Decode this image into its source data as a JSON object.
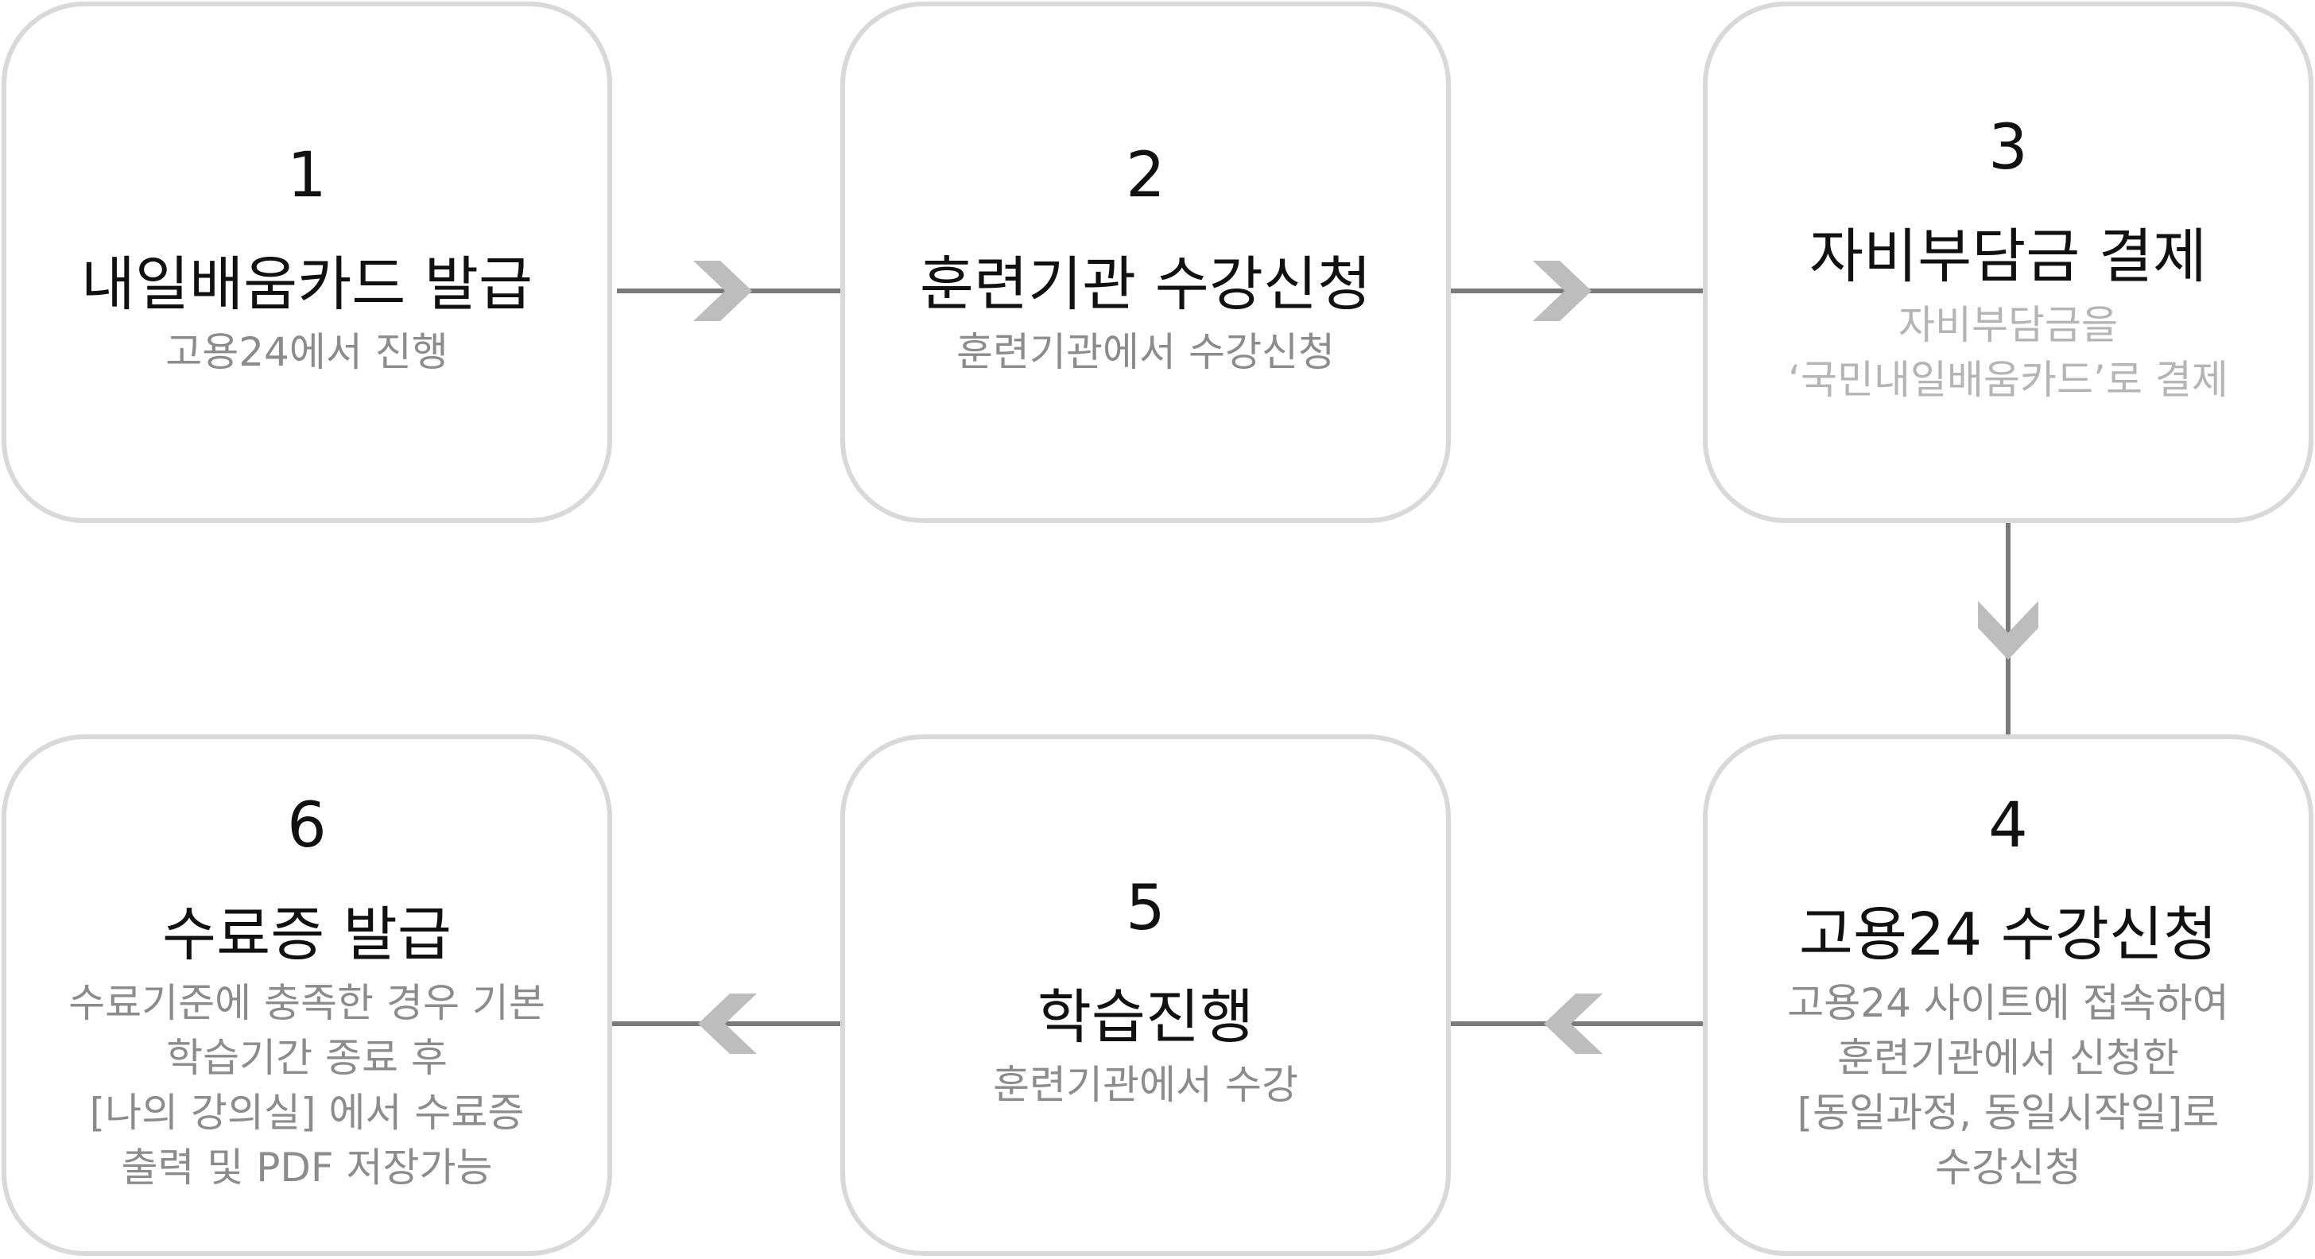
{
  "colors": {
    "card_border": "#d9d9d9",
    "line": "#7a7a7a",
    "chevron": "#bdbdbd",
    "title_text": "#111111",
    "desc_text": "#8c8c8c",
    "desc_text_light": "#b5b5b5"
  },
  "steps": [
    {
      "number": "1",
      "title": "내일배움카드 발급",
      "description": [
        "고용24에서 진행"
      ]
    },
    {
      "number": "2",
      "title": "훈련기관 수강신청",
      "description": [
        "훈련기관에서 수강신청"
      ]
    },
    {
      "number": "3",
      "title": "자비부담금 결제",
      "description": [
        "자비부담금을",
        "‘국민내일배움카드’로 결제"
      ]
    },
    {
      "number": "4",
      "title": "고용24 수강신청",
      "description": [
        "고용24 사이트에 접속하여",
        "훈련기관에서 신청한",
        "[동일과정, 동일시작일]로",
        "수강신청"
      ]
    },
    {
      "number": "5",
      "title": "학습진행",
      "description": [
        "훈련기관에서 수강"
      ]
    },
    {
      "number": "6",
      "title": "수료증 발급",
      "description": [
        "수료기준에 충족한 경우 기본",
        "학습기간 종료 후",
        "[나의 강의실] 에서 수료증",
        "출력 및 PDF 저장가능"
      ]
    }
  ],
  "arrows": [
    {
      "name": "arrow-1-to-2",
      "direction": "right"
    },
    {
      "name": "arrow-2-to-3",
      "direction": "right"
    },
    {
      "name": "arrow-3-to-4",
      "direction": "down"
    },
    {
      "name": "arrow-4-to-5",
      "direction": "left"
    },
    {
      "name": "arrow-5-to-6",
      "direction": "left"
    }
  ]
}
